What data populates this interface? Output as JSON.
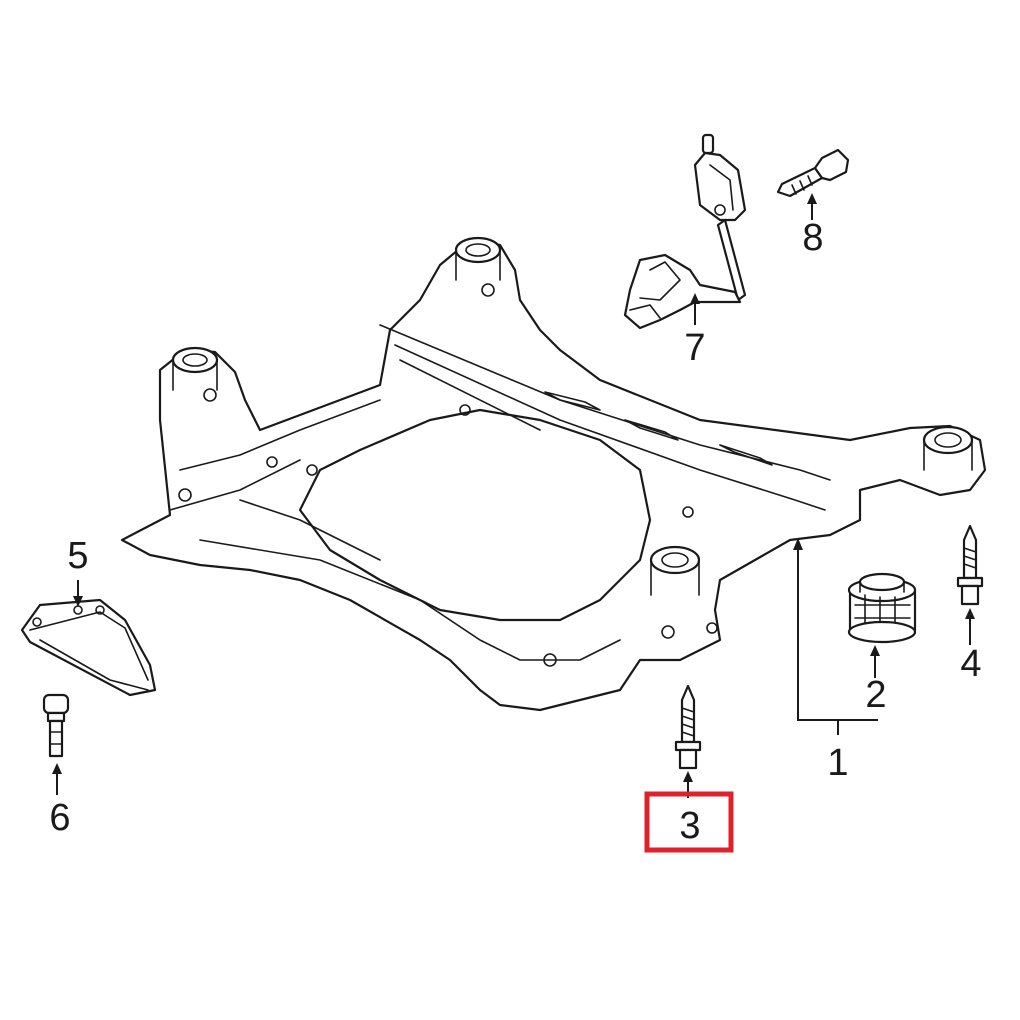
{
  "callouts": [
    {
      "id": "1",
      "label": "1"
    },
    {
      "id": "2",
      "label": "2"
    },
    {
      "id": "3",
      "label": "3"
    },
    {
      "id": "4",
      "label": "4"
    },
    {
      "id": "5",
      "label": "5"
    },
    {
      "id": "6",
      "label": "6"
    },
    {
      "id": "7",
      "label": "7"
    },
    {
      "id": "8",
      "label": "8"
    }
  ],
  "highlighted_callout": "3",
  "colors": {
    "line": "#1a1a1a",
    "background": "#ffffff",
    "highlight": "#e0202a"
  }
}
